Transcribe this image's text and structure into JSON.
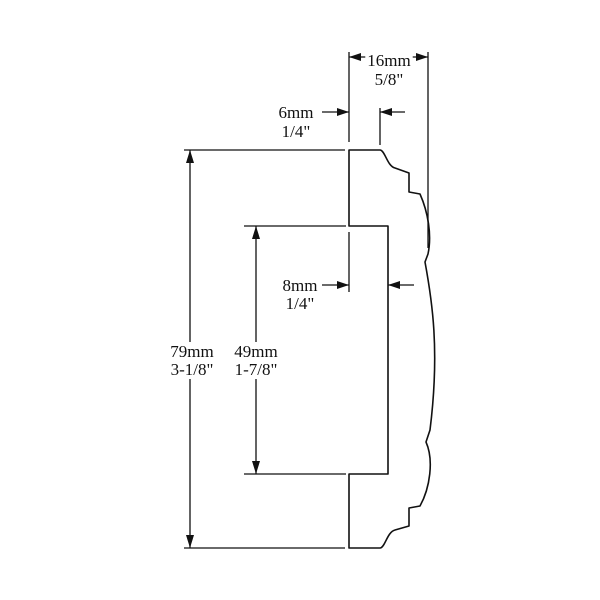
{
  "dimensions": {
    "overall_depth": {
      "metric": "16mm",
      "imperial": "5/8\""
    },
    "lip_depth": {
      "metric": "6mm",
      "imperial": "1/4\""
    },
    "rabbet_depth": {
      "metric": "8mm",
      "imperial": "1/4\""
    },
    "overall_height": {
      "metric": "79mm",
      "imperial": "3-1/8\""
    },
    "rabbet_height": {
      "metric": "49mm",
      "imperial": "1-7/8\""
    }
  }
}
